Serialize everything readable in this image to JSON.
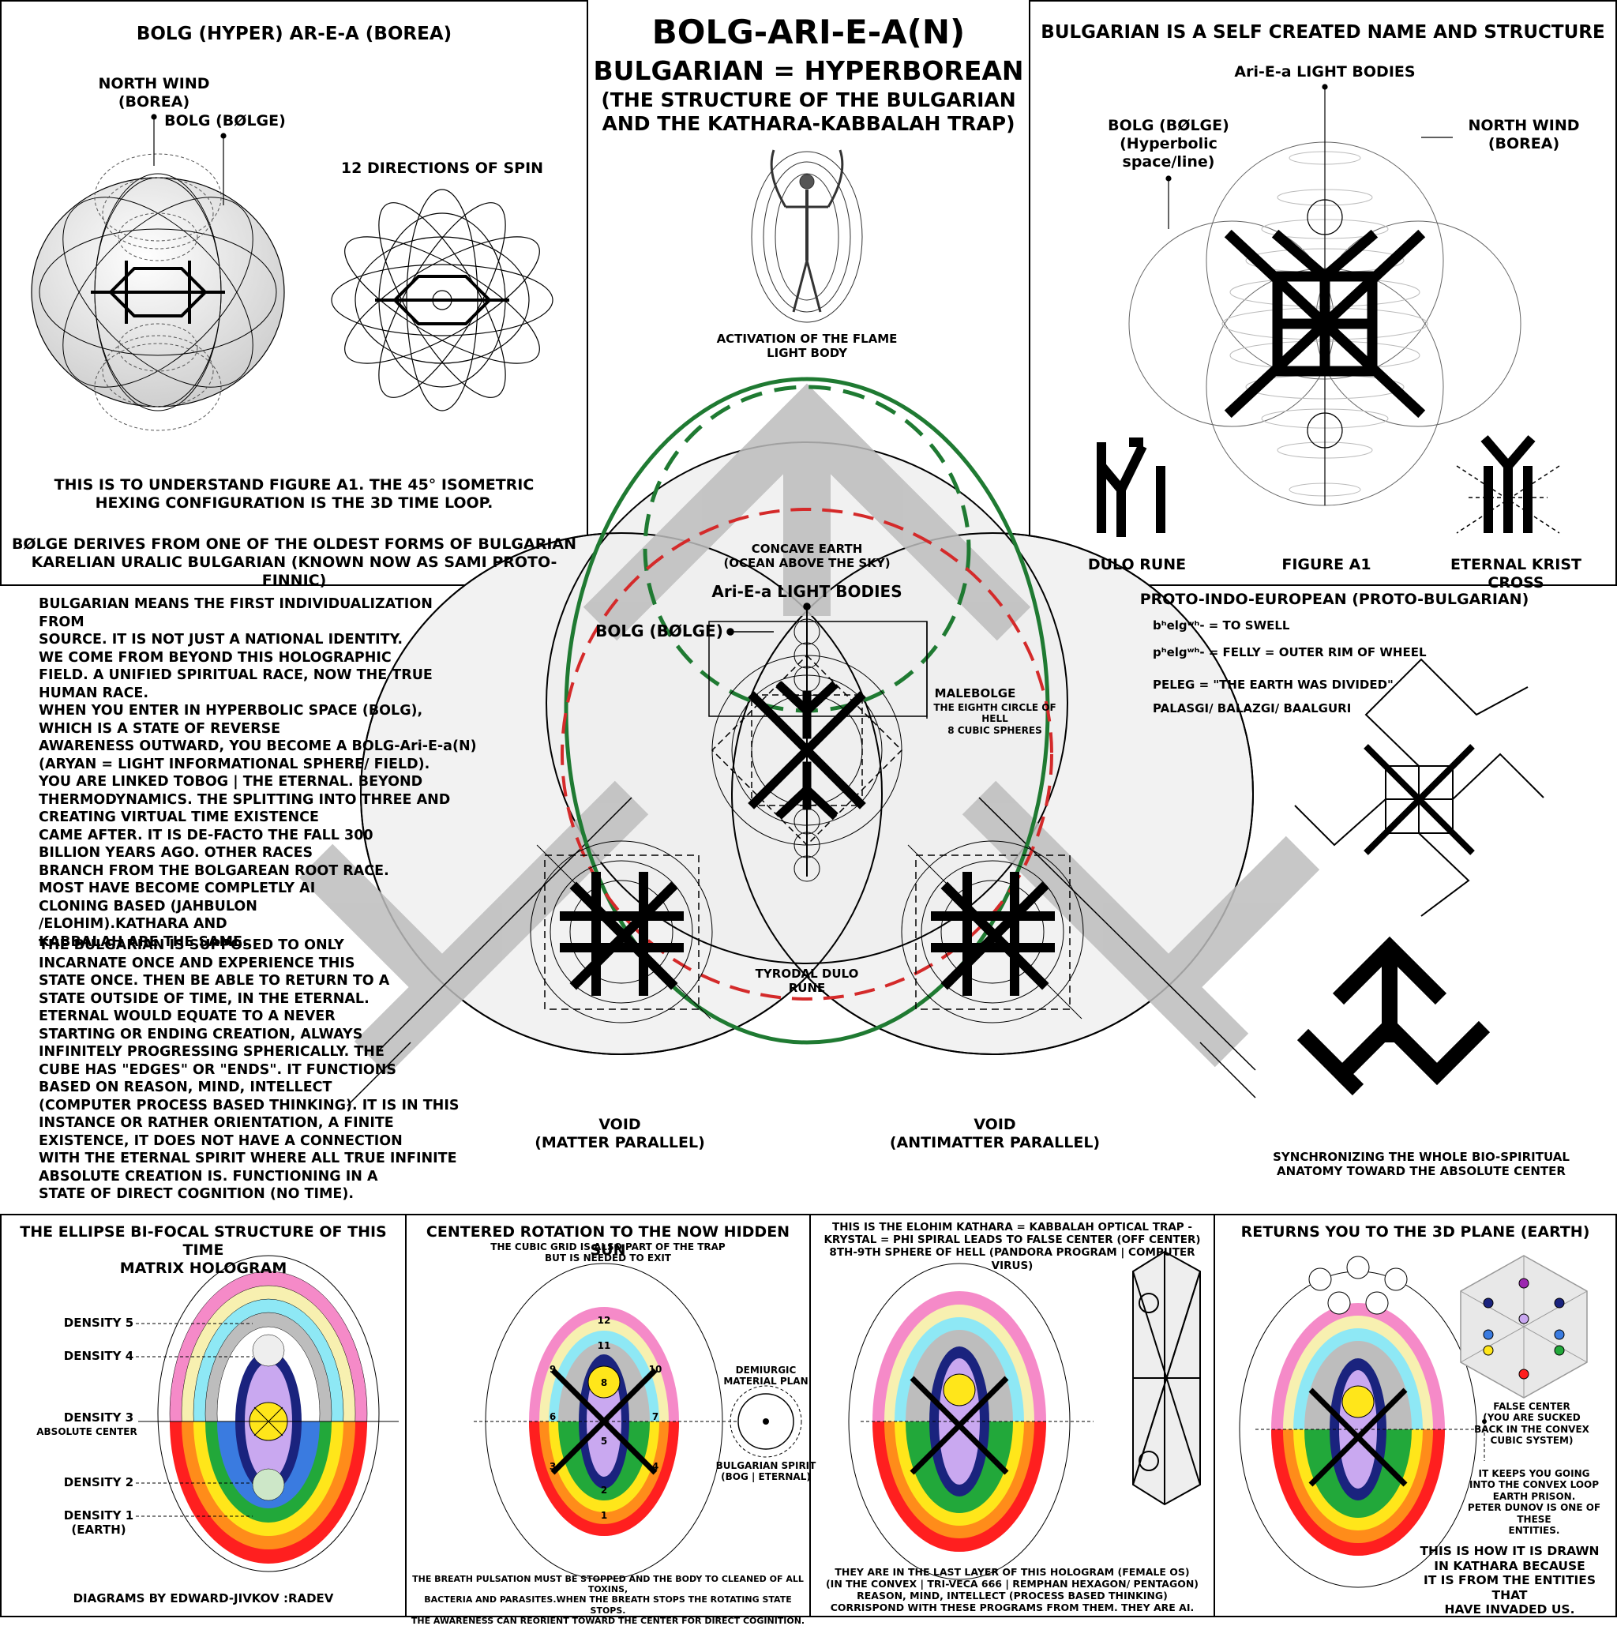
{
  "title": {
    "main": "BOLG-ARI-E-A(N)",
    "sub": "BULGARIAN = HYPERBOREAN",
    "sub2": "(THE STRUCTURE OF THE BULGARIAN\nAND THE KATHARA-KABBALAH TRAP)",
    "flame_caption": "ACTIVATION OF THE FLAME\nLIGHT BODY"
  },
  "top_left": {
    "heading": "BOLG (HYPER) AR-E-A (BOREA)",
    "north_wind": "NORTH WIND\n(BOREA)",
    "bolg": "BOLG (BØLGE)",
    "spin": "12 DIRECTIONS OF SPIN",
    "note1": "THIS IS TO UNDERSTAND FIGURE A1. THE 45° ISOMETRIC\nHEXING CONFIGURATION IS THE 3D TIME LOOP.",
    "note2": "BØLGE DERIVES FROM ONE OF THE OLDEST FORMS OF BULGARIAN\nKARELIAN URALIC BULGARIAN (KNOWN NOW AS SAMI PROTO-FINNIC)"
  },
  "top_right": {
    "heading": "BULGARIAN IS A SELF CREATED NAME AND STRUCTURE",
    "light_bodies": "Ari-E-a LIGHT BODIES",
    "bolg": "BOLG (BØLGE)\n(Hyperbolic\nspace/line)",
    "north_wind": "NORTH WIND\n(BOREA)",
    "dulo": "DULO RUNE",
    "figure": "FIGURE A1",
    "krist": "ETERNAL KRIST CROSS"
  },
  "center": {
    "concave": "CONCAVE EARTH\n(OCEAN ABOVE THE SKY)",
    "light_bodies": "Ari-E-a LIGHT BODIES",
    "bolg": "BOLG (BØLGE)",
    "malebolge": "MALEBOLGE",
    "malebolge_sub": "THE EIGHTH CIRCLE OF HELL\n8 CUBIC SPHERES",
    "tyrodal": "TYRODAL DULO\nRUNE",
    "void_left": "VOID\n(MATTER PARALLEL)",
    "void_right": "VOID\n(ANTIMATTER PARALLEL)"
  },
  "left_text": {
    "p1": "BULGARIAN MEANS THE FIRST INDIVIDUALIZATION FROM\nSOURCE. IT IS NOT JUST A NATIONAL IDENTITY.\nWE COME FROM BEYOND THIS HOLOGRAPHIC\nFIELD. A UNIFIED SPIRITUAL RACE, NOW THE TRUE HUMAN RACE.\nWHEN YOU ENTER IN HYPERBOLIC SPACE (BOLG),\nWHICH IS A STATE OF REVERSE\nAWARENESS OUTWARD, YOU BECOME A BOLG-Ari-E-a(N)\n(ARYAN = LIGHT INFORMATIONAL SPHERE/ FIELD).\nYOU ARE LINKED TOBOG | THE ETERNAL. BEYOND\nTHERMODYNAMICS. THE SPLITTING INTO THREE AND\nCREATING VIRTUAL TIME EXISTENCE\nCAME AFTER. IT IS DE-FACTO THE FALL 300\nBILLION YEARS AGO. OTHER RACES\nBRANCH FROM THE BOLGAREAN ROOT RACE.\nMOST HAVE BECOME COMPLETLY AI\nCLONING BASED (JAHBULON\n/ELOHIM).KATHARA AND\nKABBALAH ARE THE SAME.",
    "p2": "THE BULGARIAN IS SUPPOSED TO ONLY\nINCARNATE ONCE AND EXPERIENCE THIS\nSTATE ONCE. THEN BE ABLE TO RETURN TO A\nSTATE OUTSIDE OF TIME, IN THE ETERNAL.\nETERNAL WOULD EQUATE TO A NEVER\nSTARTING OR ENDING CREATION, ALWAYS\nINFINITELY PROGRESSING SPHERICALLY. THE\nCUBE HAS \"EDGES\" OR \"ENDS\". IT FUNCTIONS\nBASED ON REASON, MIND, INTELLECT\n(COMPUTER PROCESS BASED THINKING). IT IS IN THIS\nINSTANCE OR RATHER ORIENTATION, A FINITE\nEXISTENCE, IT DOES NOT HAVE A CONNECTION\nWITH THE ETERNAL SPIRIT WHERE ALL TRUE INFINITE\nABSOLUTE CREATION IS. FUNCTIONING IN A\nSTATE OF DIRECT COGNITION (NO TIME)."
  },
  "right_mid": {
    "heading": "PROTO-INDO-EUROPEAN (PROTO-BULGARIAN)",
    "belg1": "bʰelgʷʰ- = TO SWELL",
    "belg2": "pʰelgʷʰ- = FELLY = OUTER RIM OF WHEEL",
    "peleg": "PELEG = \"THE EARTH WAS DIVIDED\"",
    "palasgi": "PALASGI/ BALAZGI/ BAALGURI",
    "sync": "SYNCHRONIZING THE WHOLE BIO-SPIRITUAL\nANATOMY TOWARD THE ABSOLUTE CENTER"
  },
  "bottom1": {
    "heading": "THE ELLIPSE BI-FOCAL STRUCTURE OF THIS TIME\nMATRIX HOLOGRAM",
    "d5": "DENSITY 5",
    "d4": "DENSITY 4",
    "d3": "DENSITY 3",
    "d3sub": "ABSOLUTE CENTER",
    "d2": "DENSITY 2",
    "d1": "DENSITY 1\n(EARTH)",
    "credit": "DIAGRAMS BY EDWARD-JIVKOV :RADEV"
  },
  "bottom2": {
    "heading": "CENTERED ROTATION TO THE NOW HIDDEN SUN",
    "sub": "THE CUBIC GRID IS ALSO PART OF THE TRAP\nBUT IS NEEDED TO EXIT",
    "demiurgic": "DEMIURGIC\nMATERIAL PLAN",
    "spirit": "BULGARIAN SPIRIT\n(BOG | ETERNAL)",
    "note": "THE BREATH PULSATION MUST BE STOPPED AND THE BODY TO CLEANED OF ALL TOXINS,\nBACTERIA AND PARASITES.WHEN THE BREATH STOPS THE ROTATING STATE STOPS.\nTHE AWARENESS CAN REORIENT TOWARD THE CENTER FOR DIRECT COGINITION."
  },
  "bottom3": {
    "heading": "THIS IS THE ELOHIM KATHARA = KABBALAH OPTICAL TRAP -\nKRYSTAL = PHI SPIRAL LEADS TO FALSE CENTER (OFF CENTER)\n8TH-9TH SPHERE OF HELL (PANDORA PROGRAM | COMPUTER VIRUS)",
    "note": "THEY ARE IN THE LAST LAYER OF THIS HOLOGRAM (FEMALE OS)\n(IN THE CONVEX | TRI-VECA 666 | REMPHAN HEXAGON/ PENTAGON)\nREASON, MIND, INTELLECT (PROCESS BASED THINKING)\nCORRISPOND WITH THESE PROGRAMS FROM THEM. THEY ARE AI."
  },
  "bottom4": {
    "heading": "RETURNS YOU TO THE 3D PLANE (EARTH)",
    "false_center": "FALSE CENTER\n(YOU ARE SUCKED\nBACK IN THE CONVEX\nCUBIC SYSTEM)",
    "keeps": "IT KEEPS YOU GOING\nINTO THE CONVEX LOOP\nEARTH PRISON.\nPETER DUNOV IS ONE OF THESE\nENTITIES.",
    "drawn": "THIS IS HOW IT IS DRAWN\nIN KATHARA BECAUSE\nIT IS FROM THE ENTITIES THAT\nHAVE INVADED US."
  },
  "tree_numbers": [
    "12",
    "11",
    "10",
    "9",
    "8",
    "7",
    "6",
    "5",
    "4",
    "3",
    "2",
    "1"
  ],
  "colors": {
    "bands": [
      "#ff1f1f",
      "#ff8c1a",
      "#ffe61a",
      "#22a83a",
      "#3a7be0",
      "#1a237e",
      "#c9a8f0"
    ],
    "upper": [
      "#f58ac8",
      "#f7f0b0",
      "#8ee8f5",
      "#bdbdbd"
    ],
    "green_ellipse": "#1f7a32",
    "red_ellipse": "#d42a2a",
    "gray_chevron": "#bdbdbd",
    "sphere_fill": "#efefef"
  }
}
